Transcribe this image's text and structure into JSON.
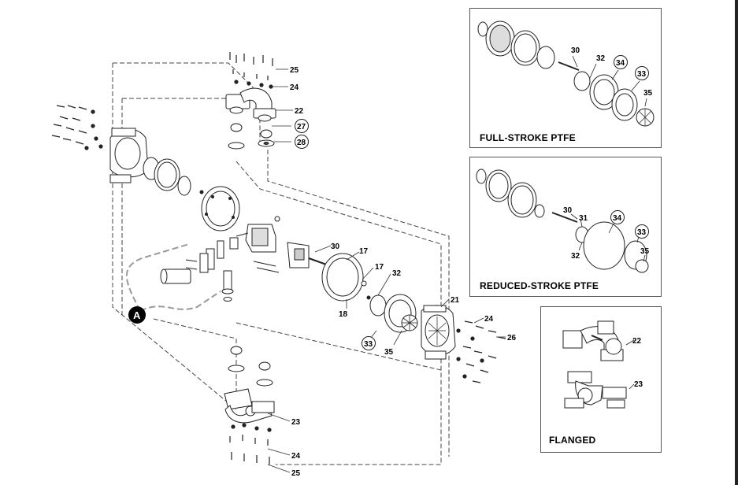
{
  "diagram": {
    "callout_a": "A",
    "main_labels": {
      "l25_top": "25",
      "l24_top": "24",
      "l22": "22",
      "l27": "27",
      "l28": "28",
      "l30": "30",
      "l17a": "17",
      "l17b": "17",
      "l18": "18",
      "l32": "32",
      "l33": "33",
      "l35": "35",
      "l21": "21",
      "l24_right": "24",
      "l26": "26",
      "l23": "23",
      "l24_bot": "24",
      "l25_bot": "25"
    },
    "insets": {
      "full_stroke": {
        "title": "FULL-STROKE PTFE",
        "labels": {
          "l30": "30",
          "l32": "32",
          "l34": "34",
          "l33": "33",
          "l35": "35"
        }
      },
      "reduced_stroke": {
        "title": "REDUCED-STROKE PTFE",
        "labels": {
          "l30": "30",
          "l31": "31",
          "l32": "32",
          "l34": "34",
          "l33": "33",
          "l35": "35"
        }
      },
      "flanged": {
        "title": "FLANGED",
        "labels": {
          "l22": "22",
          "l23": "23"
        }
      }
    }
  }
}
